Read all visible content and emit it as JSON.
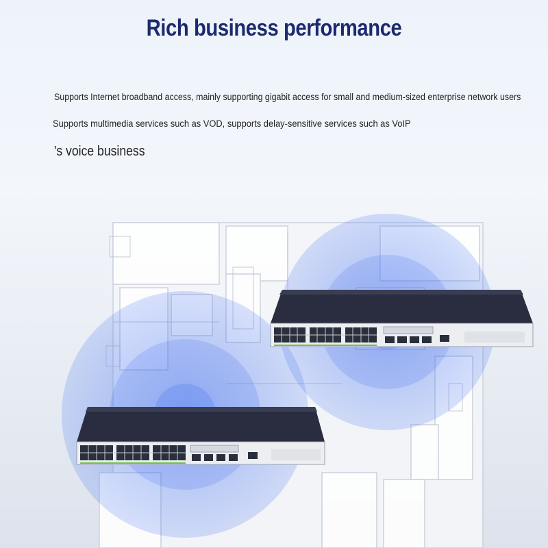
{
  "header": {
    "title": "Rich business performance"
  },
  "description": {
    "line1": "Supports Internet broadband access, mainly supporting gigabit access for small and medium-sized enterprise network users",
    "line2": "Supports multimedia services such as VOD, supports delay-sensitive services such as VoIP",
    "line3": "'s voice business"
  },
  "colors": {
    "title": "#1c2a6e",
    "coverage": "#3d6cf0",
    "switch_body": "#1f2231",
    "switch_panel": "#eceef2"
  }
}
